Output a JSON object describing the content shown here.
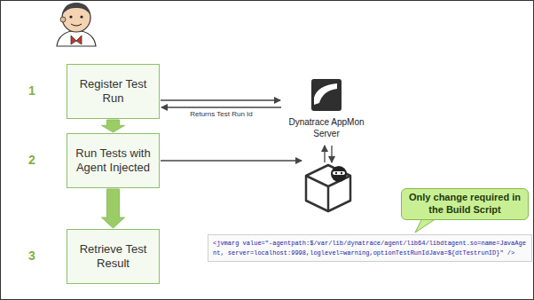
{
  "diagram": {
    "nodes": [
      {
        "text": [
          "Register Test Run"
        ]
      },
      {
        "text": [
          "Run Tests with Agent Injected"
        ]
      },
      {
        "text": [
          "Retrieve Test Result"
        ]
      },
      {
        "text": [
          "Dynatrace AppMon Server"
        ]
      },
      {
        "text": [
          "Only change required in the Build Script"
        ]
      },
      {
        "text": [
          "<jvmarg value=\"-agentpath:$/var/lib/dynatrace/agent/lib64/libdtagent.so=name=JavaAgent, server=localhost:9998,loglevel=warning,optionTestRunIdJava=${dtTestrunID}\" />"
        ]
      }
    ],
    "edges": [
      {
        "from": 0,
        "to": 1,
        "arrow": "to"
      },
      {
        "from": 1,
        "to": 2,
        "arrow": "to"
      },
      {
        "from": 0,
        "to": 3,
        "arrow": "to"
      },
      {
        "from": 3,
        "to": 0,
        "arrow": "to",
        "label": "Returns Test Run Id"
      }
    ],
    "labels": [
      "1",
      "2",
      "3"
    ]
  }
}
